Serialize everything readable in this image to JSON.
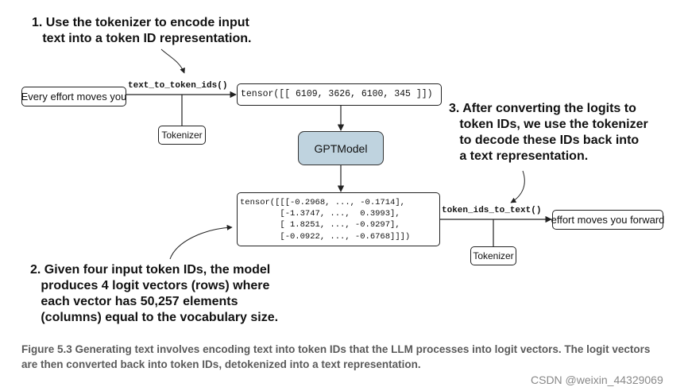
{
  "notes": {
    "step1": "1. Use the tokenizer to encode input\n   text into a token ID representation.",
    "step2": "2. Given four input token IDs, the model\n   produces 4 logit vectors (rows) where\n   each vector has 50,257 elements\n   (columns) equal to the vocabulary size.",
    "step3": "3. After converting the logits to\n   token IDs, we use the tokenizer\n   to decode these IDs back into\n   a text representation."
  },
  "nodes": {
    "input_text": "Every effort moves you",
    "token_ids_tensor": "tensor([[ 6109, 3626, 6100, 345 ]])",
    "model": "GPTModel",
    "logits_tensor": "tensor([[[-0.2968, ..., -0.1714],\n        [-1.3747, ...,  0.3993],\n        [ 1.8251, ..., -0.9297],\n        [-0.0922, ..., -0.6768]]])",
    "output_text": "effort moves you forward",
    "tokenizer_encode": "Tokenizer",
    "tokenizer_decode": "Tokenizer"
  },
  "functions": {
    "encode": "text_to_token_ids()",
    "decode": "token_ids_to_text()"
  },
  "caption": "Figure 5.3    Generating text involves encoding text into token IDs that the LLM processes into logit vectors. The logit vectors are then converted back into token IDs, detokenized into a text representation.",
  "watermark": "CSDN @weixin_44329069",
  "colors": {
    "model_fill": "#bfd3df",
    "caption_text": "#5a5a5a",
    "watermark_text": "#888888"
  }
}
